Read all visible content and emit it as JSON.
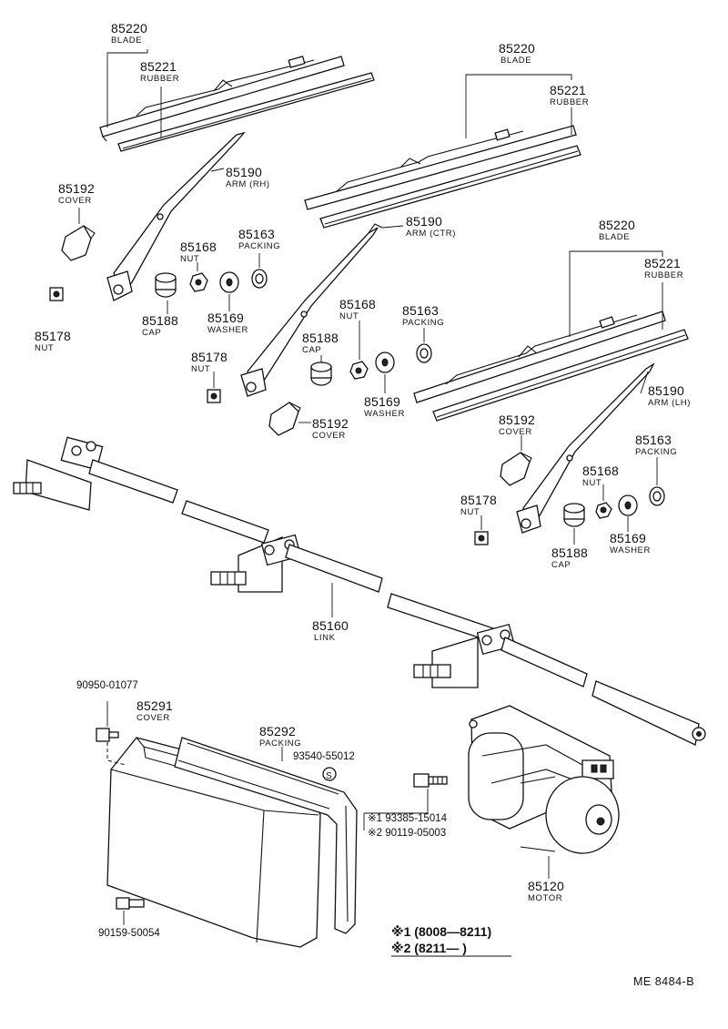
{
  "labels": {
    "blade_1_pn": "85220",
    "blade_1_nm": "BLADE",
    "rubber_1_pn": "85221",
    "rubber_1_nm": "RUBBER",
    "arm_rh_pn": "85190",
    "arm_rh_nm": "ARM (RH)",
    "cover_1_pn": "85192",
    "cover_1_nm": "COVER",
    "nut_1_pn": "85178",
    "nut_1_nm": "NUT",
    "nut_2_pn": "85168",
    "nut_2_nm": "NUT",
    "packing_1_pn": "85163",
    "packing_1_nm": "PACKING",
    "cap_1_pn": "85188",
    "cap_1_nm": "CAP",
    "washer_1_pn": "85169",
    "washer_1_nm": "WASHER",
    "blade_2_pn": "85220",
    "blade_2_nm": "BLADE",
    "rubber_2_pn": "85221",
    "rubber_2_nm": "RUBBER",
    "arm_ctr_pn": "85190",
    "arm_ctr_nm": "ARM (CTR)",
    "nut_3_pn": "85168",
    "nut_3_nm": "NUT",
    "packing_2_pn": "85163",
    "packing_2_nm": "PACKING",
    "cap_2_pn": "85188",
    "cap_2_nm": "CAP",
    "nut_4_pn": "85178",
    "nut_4_nm": "NUT",
    "washer_2_pn": "85169",
    "washer_2_nm": "WASHER",
    "cover_2_pn": "85192",
    "cover_2_nm": "COVER",
    "blade_3_pn": "85220",
    "blade_3_nm": "BLADE",
    "rubber_3_pn": "85221",
    "rubber_3_nm": "RUBBER",
    "arm_lh_pn": "85190",
    "arm_lh_nm": "ARM (LH)",
    "cover_3_pn": "85192",
    "cover_3_nm": "COVER",
    "packing_3_pn": "85163",
    "packing_3_nm": "PACKING",
    "nut_5_pn": "85168",
    "nut_5_nm": "NUT",
    "nut_6_pn": "85178",
    "nut_6_nm": "NUT",
    "cap_3_pn": "85188",
    "cap_3_nm": "CAP",
    "washer_3_pn": "85169",
    "washer_3_nm": "WASHER",
    "link_pn": "85160",
    "link_nm": "LINK",
    "screw_top_pn": "90950-01077",
    "cover_box_pn": "85291",
    "cover_box_nm": "COVER",
    "packing_box_pn": "85292",
    "packing_box_nm": "PACKING",
    "washer_s_pn": "93540-55012",
    "bolt_1_pn": "※1 93385-15014",
    "bolt_2_pn": "※2 90119-05003",
    "screw_bottom_pn": "90159-50054",
    "motor_pn": "85120",
    "motor_nm": "MOTOR"
  },
  "legend": {
    "row_1": "※1 (8008—8211)",
    "row_2": "※2 (8211—        )"
  },
  "ref_code": "ME  8484-B"
}
